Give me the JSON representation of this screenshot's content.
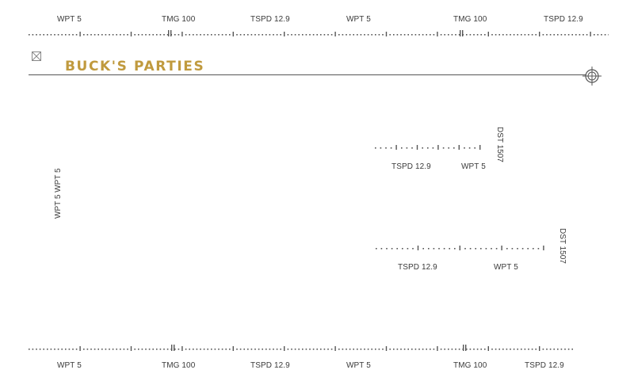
{
  "header": {
    "title": "BUCK'S PARTIES"
  },
  "top_readout": {
    "labels": [
      "WPT 5",
      "TMG 100",
      "TSPD 12.9",
      "WPT 5",
      "TMG 100",
      "TSPD 12.9"
    ]
  },
  "bottom_readout": {
    "labels": [
      "WPT 5",
      "TMG 100",
      "TSPD 12.9",
      "WPT 5",
      "TMG 100",
      "TSPD 12.9"
    ]
  },
  "left_readout": {
    "label": "WPT 5   WPT 5"
  },
  "widget_upper": {
    "labels": [
      "TSPD 12.9",
      "WPT 5"
    ],
    "side_label": "DST 1507"
  },
  "widget_lower": {
    "labels": [
      "TSPD 12.9",
      "WPT 5"
    ],
    "side_label": "DST 1507"
  },
  "icons": {
    "close": "close-box-icon",
    "target": "crosshair-target-icon"
  },
  "colors": {
    "accent": "#c09a3e",
    "text": "#3a3a3a",
    "rule": "#555555"
  }
}
